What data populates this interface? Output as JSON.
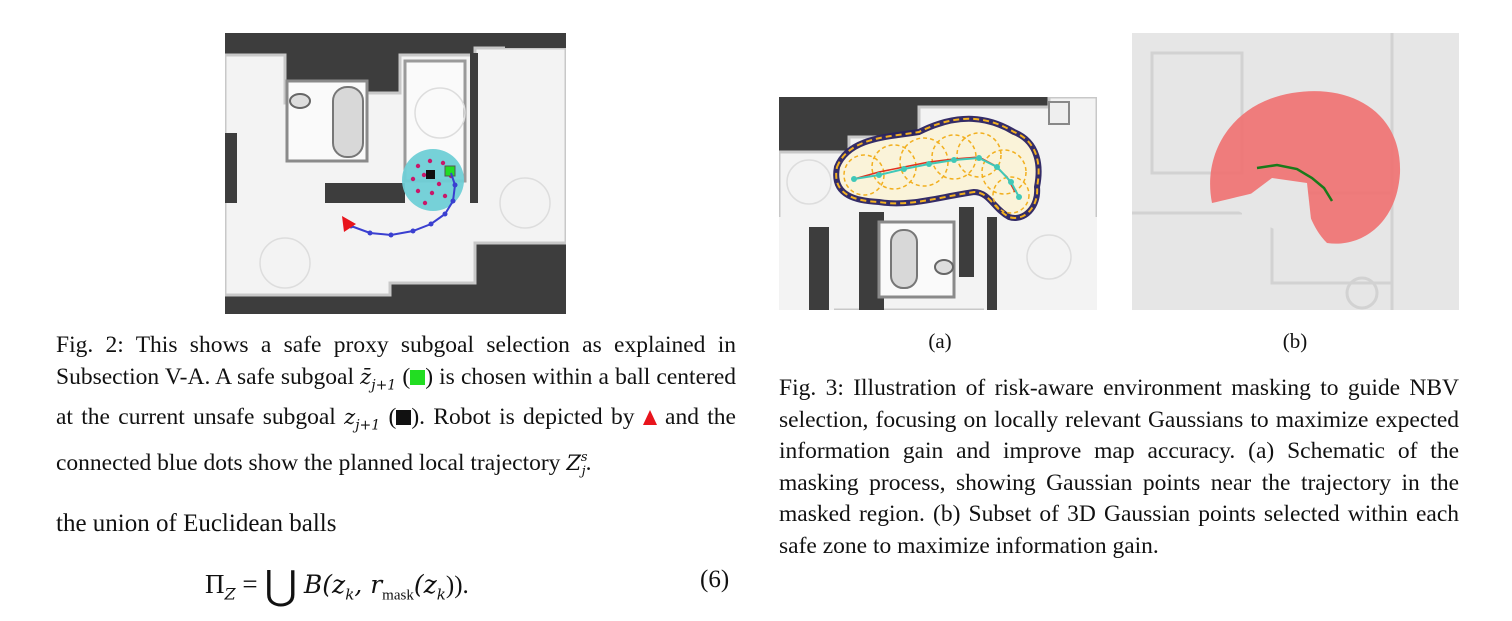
{
  "fig2": {
    "caption_parts": {
      "p1": "Fig. 2: This shows a safe proxy subgoal selection as explained in Subsection V-A. A safe subgoal ",
      "math_safe": "z̄",
      "sub_safe": "j+1",
      "p2": " (",
      "p3": ") is chosen within a ball centered at the current unsafe subgoal ",
      "math_unsafe": "z",
      "sub_unsafe": "j+1",
      "p4": " (",
      "p5": "). Robot is depicted by ",
      "p6": " and the connected blue dots show the planned local trajectory ",
      "math_traj": "Z",
      "sup_traj": "s",
      "sub_traj": "j",
      "p7": "."
    },
    "colors": {
      "safe": "#22dd22",
      "unsafe": "#111111",
      "robot": "#e8141c",
      "trajectory": "#3a3fd0",
      "ball": "#6fcfd6"
    }
  },
  "body": {
    "line": "the union of Euclidean balls",
    "eq_lhs": "Π",
    "eq_lhs_sub": "Z",
    "eq_eq": " = ",
    "eq_union": "⋃",
    "eq_rhs": "B(z",
    "eq_k": "k",
    "eq_mid": ", r",
    "eq_mask": "mask",
    "eq_arg": "(z",
    "eq_end": ")).",
    "eq_number": "(6)"
  },
  "fig3": {
    "sublabel_a": "(a)",
    "sublabel_b": "(b)",
    "caption": "Fig. 3: Illustration of risk-aware environment masking to guide NBV selection, focusing on locally relevant Gaussians to maximize expected information gain and improve map accuracy. (a) Schematic of the masking process, showing Gaussian points near the trajectory in the masked region. (b) Subset of 3D Gaussian points selected within each safe zone to maximize information gain.",
    "colors": {
      "mask_outline": "#2a2260",
      "dashed": "#f2b020",
      "path": "#40c8b8",
      "point_cloud": "#f07070",
      "trajectory": "#1a7a1a"
    }
  }
}
